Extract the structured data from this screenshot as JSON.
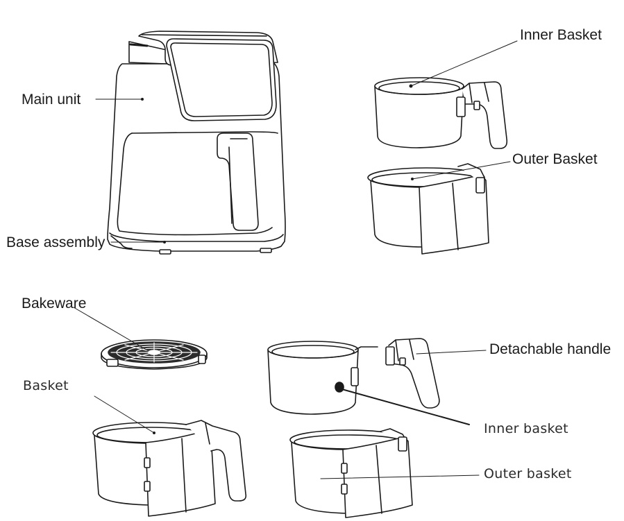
{
  "labels": {
    "main_unit": "Main unit",
    "base_assembly": "Base assembly",
    "inner_basket_top": "Inner Basket",
    "outer_basket_top": "Outer Basket",
    "bakeware": "Bakeware",
    "basket": "Basket",
    "detachable_handle": "Detachable handle",
    "inner_basket_bottom": "Inner basket",
    "outer_basket_bottom": "Outer basket"
  },
  "colors": {
    "stroke": "#1a1a1a",
    "fill": "#ffffff",
    "dark": "#2b2b2b"
  }
}
